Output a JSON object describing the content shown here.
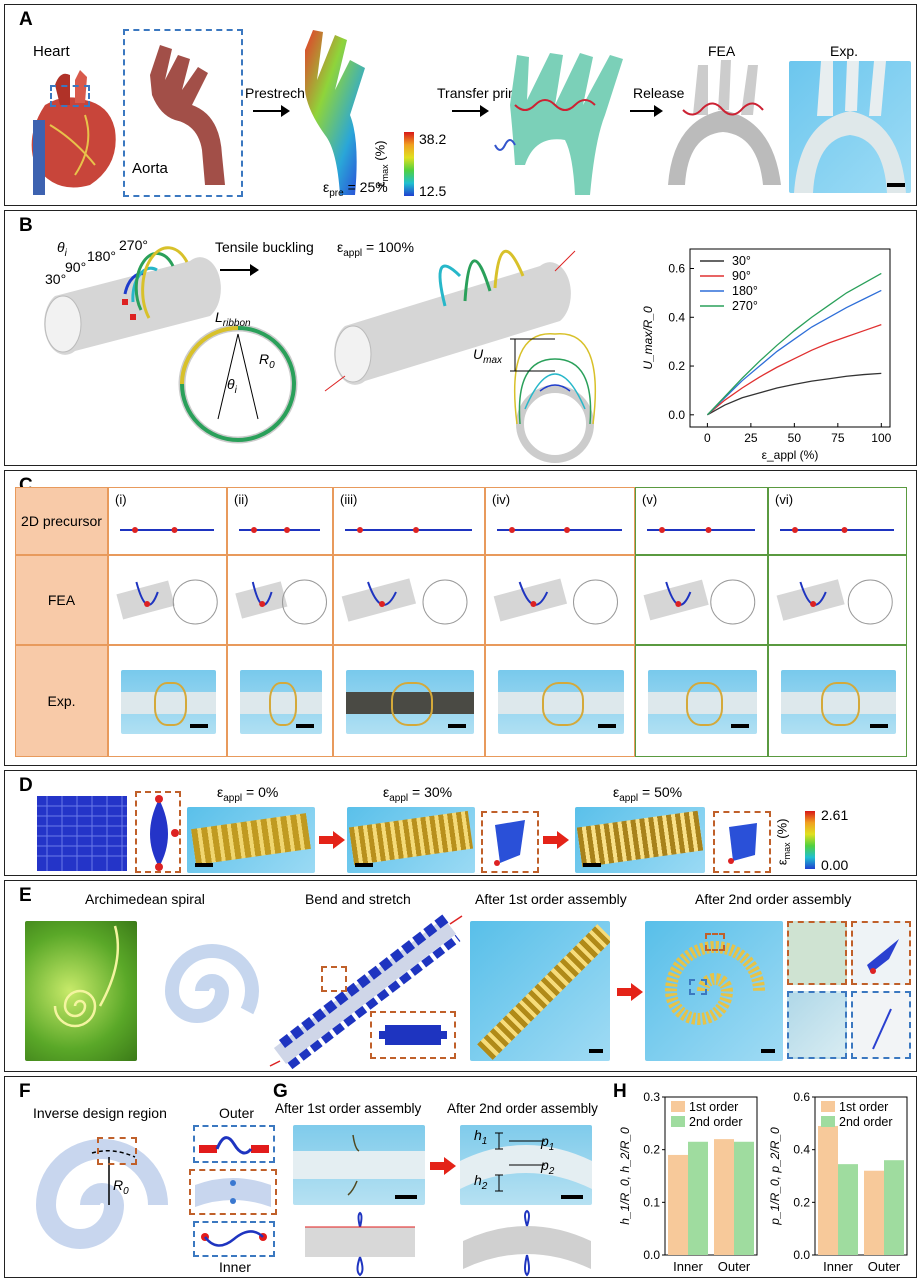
{
  "panels": {
    "A": {
      "label": "A",
      "heart": "Heart",
      "aorta": "Aorta",
      "prestrech": "Prestrech",
      "eps_pre": "ε",
      "eps_pre_sub": "pre",
      "eps_pre_val": " = 25%",
      "transfer": "Transfer print",
      "release": "Release",
      "fea": "FEA",
      "exp": "Exp.",
      "cb_max": "38.2",
      "cb_min": "12.5",
      "cb_label": "ε",
      "cb_label_sub": "max",
      "cb_unit": " (%)"
    },
    "B": {
      "label": "B",
      "theta_i": "θ",
      "theta_i_sub": "i",
      "a30": "30°",
      "a90": "90°",
      "a180": "180°",
      "a270": "270°",
      "tensile": "Tensile buckling",
      "eps_appl": "ε",
      "eps_appl_sub": "appl",
      "eps_appl_val": " = 100%",
      "L": "L",
      "L_sub": "ribbon",
      "R0": "R",
      "R0_sub": "0",
      "theta": "θ",
      "theta_sub": "i",
      "U": "U",
      "U_sub": "max"
    },
    "C": {
      "label": "C",
      "row1": "2D precursor",
      "row2": "FEA",
      "row3": "Exp.",
      "cols": [
        "(i)",
        "(ii)",
        "(iii)",
        "(iv)",
        "(v)",
        "(vi)"
      ]
    },
    "D": {
      "label": "D",
      "e0": "= 0%",
      "e30": "= 30%",
      "e50": "= 50%",
      "eps": "ε",
      "eps_sub": "appl",
      "cb_max": "2.61",
      "cb_min": "0.00",
      "cb_label": "ε",
      "cb_label_sub": "max",
      "cb_unit": " (%)"
    },
    "E": {
      "label": "E",
      "archimedean": "Archimedean spiral",
      "bend": "Bend and stretch",
      "first": "After 1st order assembly",
      "second": "After 2nd order assembly"
    },
    "F": {
      "label": "F",
      "inverse": "Inverse design region",
      "outer": "Outer",
      "inner": "Inner",
      "R0": "R",
      "R0_sub": "0"
    },
    "G": {
      "label": "G",
      "first": "After 1st order assembly",
      "second": "After 2nd order assembly",
      "h1": "h",
      "h1_sub": "1",
      "h2": "h",
      "h2_sub": "2",
      "p1": "p",
      "p1_sub": "1",
      "p2": "p",
      "p2_sub": "2"
    },
    "H": {
      "label": "H"
    }
  },
  "chart_data": [
    {
      "type": "line",
      "panel": "B",
      "xlabel": "ε_appl (%)",
      "ylabel": "U_max/R_0",
      "xlim": [
        -10,
        105
      ],
      "ylim": [
        -0.05,
        0.68
      ],
      "xticks": [
        0,
        25,
        50,
        75,
        100
      ],
      "yticks": [
        0.0,
        0.2,
        0.4,
        0.6
      ],
      "ytick_labels": [
        "0.0",
        "0.2",
        "0.4",
        "0.6"
      ],
      "legend_position": "top-left",
      "series": [
        {
          "name": "30°",
          "color": "#333333",
          "x": [
            0,
            10,
            20,
            30,
            40,
            50,
            60,
            70,
            80,
            90,
            100
          ],
          "y": [
            0,
            0.04,
            0.07,
            0.09,
            0.11,
            0.125,
            0.138,
            0.148,
            0.158,
            0.165,
            0.17
          ]
        },
        {
          "name": "90°",
          "color": "#e03030",
          "x": [
            0,
            10,
            20,
            30,
            40,
            50,
            60,
            70,
            80,
            90,
            100
          ],
          "y": [
            0,
            0.06,
            0.11,
            0.155,
            0.195,
            0.23,
            0.265,
            0.295,
            0.32,
            0.345,
            0.37
          ]
        },
        {
          "name": "180°",
          "color": "#2f6fd8",
          "x": [
            0,
            10,
            20,
            30,
            40,
            50,
            60,
            70,
            80,
            90,
            100
          ],
          "y": [
            0,
            0.07,
            0.14,
            0.2,
            0.26,
            0.31,
            0.36,
            0.4,
            0.44,
            0.475,
            0.51
          ]
        },
        {
          "name": "270°",
          "color": "#2aa05a",
          "x": [
            0,
            10,
            20,
            30,
            40,
            50,
            60,
            70,
            80,
            90,
            100
          ],
          "y": [
            0,
            0.075,
            0.15,
            0.22,
            0.285,
            0.345,
            0.4,
            0.45,
            0.5,
            0.54,
            0.58
          ]
        }
      ]
    },
    {
      "type": "bar",
      "panel": "H-left",
      "ylabel": "h_1/R_0, h_2/R_0",
      "categories": [
        "Inner",
        "Outer"
      ],
      "ylim": [
        0,
        0.3
      ],
      "yticks": [
        0.0,
        0.1,
        0.2,
        0.3
      ],
      "ytick_labels": [
        "0.0",
        "0.1",
        "0.2",
        "0.3"
      ],
      "legend_position": "top",
      "series": [
        {
          "name": "1st order",
          "color": "#f7c99a",
          "values": [
            0.19,
            0.22
          ]
        },
        {
          "name": "2nd order",
          "color": "#9fdc9f",
          "values": [
            0.215,
            0.215
          ]
        }
      ]
    },
    {
      "type": "bar",
      "panel": "H-right",
      "ylabel": "p_1/R_0, p_2/R_0",
      "categories": [
        "Inner",
        "Outer"
      ],
      "ylim": [
        0,
        0.6
      ],
      "yticks": [
        0.0,
        0.2,
        0.4,
        0.6
      ],
      "ytick_labels": [
        "0.0",
        "0.2",
        "0.4",
        "0.6"
      ],
      "legend_position": "top",
      "series": [
        {
          "name": "1st order",
          "color": "#f7c99a",
          "values": [
            0.49,
            0.32
          ]
        },
        {
          "name": "2nd order",
          "color": "#9fdc9f",
          "values": [
            0.345,
            0.36
          ]
        }
      ]
    }
  ]
}
